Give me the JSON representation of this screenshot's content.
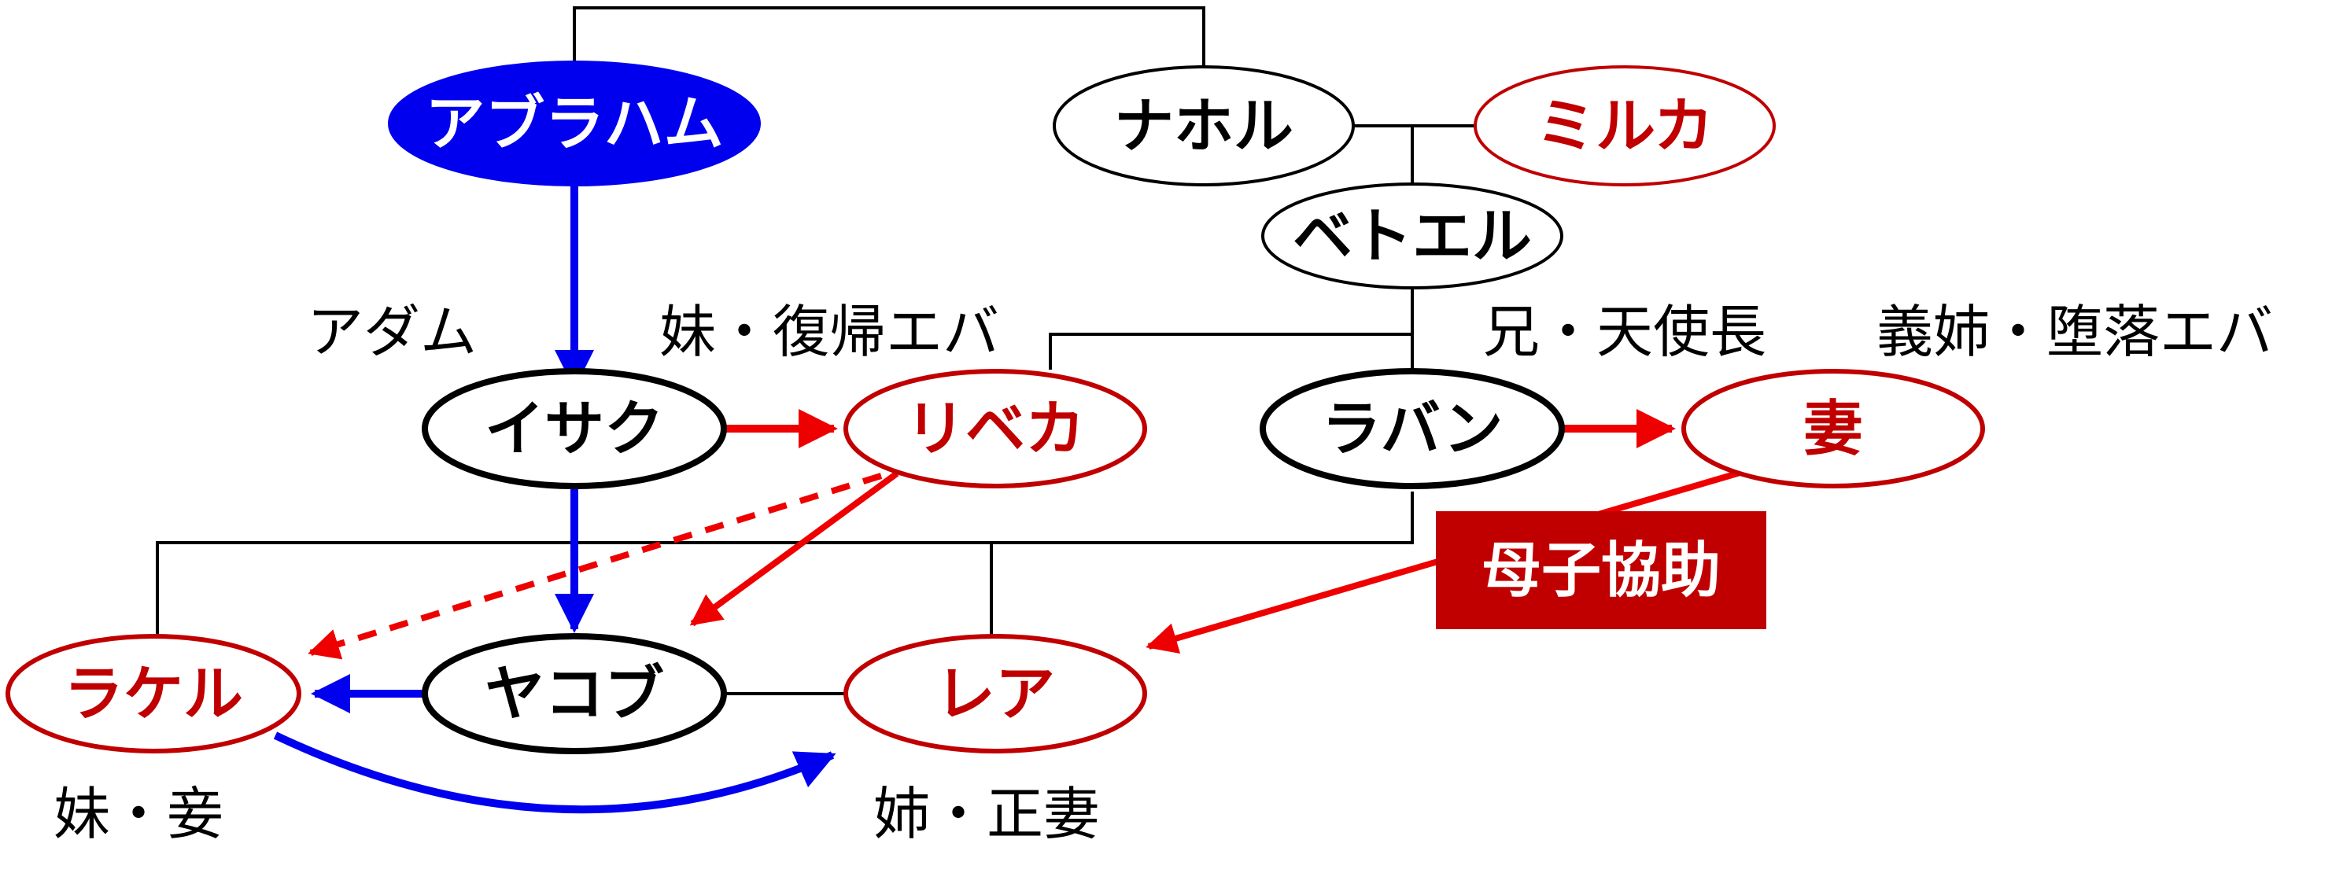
{
  "colors": {
    "blue": "#0000ee",
    "red": "#ee0000",
    "dark_red": "#c00000",
    "black": "#000000",
    "white": "#ffffff"
  },
  "nodes": {
    "abraham": "アブラハム",
    "nahor": "ナホル",
    "milcah": "ミルカ",
    "bethuel": "ベトエル",
    "isaac": "イサク",
    "rebekah": "リベカ",
    "laban": "ラバン",
    "wife": "妻",
    "jacob": "ヤコブ",
    "rachel": "ラケル",
    "leah": "レア"
  },
  "annotations": {
    "adam": "アダム",
    "rebekah_role": "妹・復帰エバ",
    "laban_role": "兄・天使長",
    "wife_role": "義姉・堕落エバ",
    "rachel_role": "妹・妾",
    "leah_role": "姉・正妻"
  },
  "badge": {
    "label": "母子協助"
  }
}
